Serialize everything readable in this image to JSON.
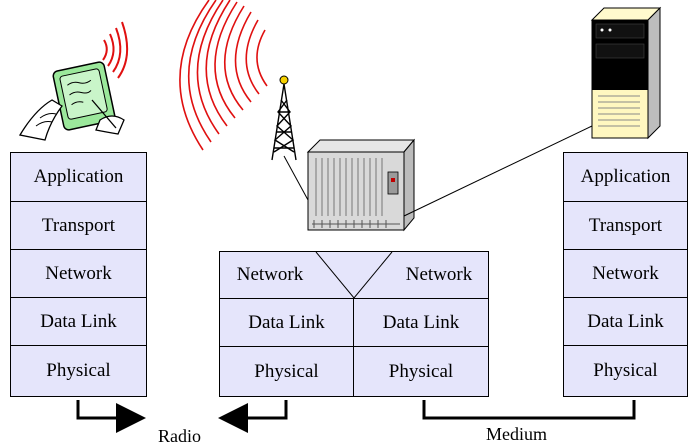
{
  "colors": {
    "layer_fill": "#e5e5fb",
    "radio_waves": "#e01010",
    "line": "#000000"
  },
  "client_stack": {
    "layers": [
      "Application",
      "Transport",
      "Network",
      "Data Link",
      "Physical"
    ]
  },
  "router": {
    "left_layers": [
      "Network",
      "Data Link",
      "Physical"
    ],
    "right_layers": [
      "Network",
      "Data Link",
      "Physical"
    ]
  },
  "server_stack": {
    "layers": [
      "Application",
      "Transport",
      "Network",
      "Data Link",
      "Physical"
    ]
  },
  "links": {
    "radio_label": "Radio",
    "medium_label": "Medium"
  },
  "icons": [
    "handheld-device-icon",
    "radio-tower-icon",
    "router-chassis-icon",
    "server-tower-icon"
  ]
}
